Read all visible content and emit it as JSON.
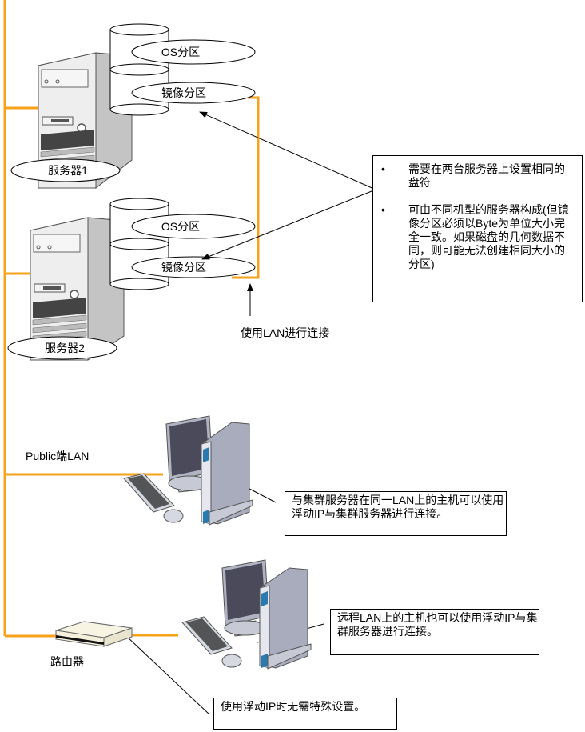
{
  "colors": {
    "lan_line": "#f7a21b",
    "arrow": "#000000",
    "server_body": "#e8e8e8",
    "server_side": "#c8c8c8",
    "monitor_screen": "#4a4a5a",
    "pc_tower": "#a9acbd",
    "pc_accent": "#2a7ab0",
    "router_body": "#f4f0dc"
  },
  "servers": [
    {
      "name": "服务器1",
      "partitions": {
        "os": "OS分区",
        "mirror": "镜像分区"
      }
    },
    {
      "name": "服务器2",
      "partitions": {
        "os": "OS分区",
        "mirror": "镜像分区"
      }
    }
  ],
  "interconnect_label": "使用LAN进行连接",
  "requirements_note": {
    "bullets": [
      "需要在两台服务器上设置相同的盘符",
      "可由不同机型的服务器构成(但镜像分区必须以Byte为单位大小完全一致。如果磁盘的几何数据不同，则可能无法创建相同大小的分区)"
    ]
  },
  "public_lan_label": "Public端LAN",
  "local_client_note": "与集群服务器在同一LAN上的主机可以使用浮动IP与集群服务器进行连接。",
  "remote_client_note": "远程LAN上的主机也可以使用浮动IP与集群服务器进行连接。",
  "router_label": "路由器",
  "router_note": "使用浮动IP时无需特殊设置。"
}
